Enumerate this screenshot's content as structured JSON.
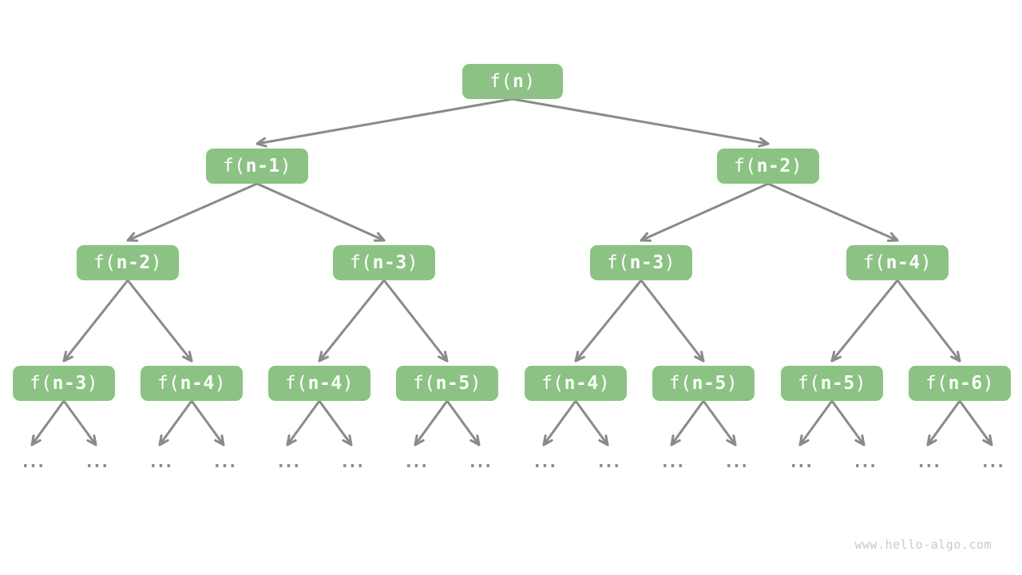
{
  "diagram": {
    "type": "recursion-tree",
    "levels": [
      {
        "nodes": [
          "f(n)"
        ]
      },
      {
        "nodes": [
          "f(n-1)",
          "f(n-2)"
        ]
      },
      {
        "nodes": [
          "f(n-2)",
          "f(n-3)",
          "f(n-3)",
          "f(n-4)"
        ]
      },
      {
        "nodes": [
          "f(n-3)",
          "f(n-4)",
          "f(n-4)",
          "f(n-5)",
          "f(n-4)",
          "f(n-5)",
          "f(n-5)",
          "f(n-6)"
        ]
      }
    ],
    "ellipsis": "...",
    "ellipsis_count": 16,
    "colors": {
      "background": "#FFFFFF",
      "node_fill": "#8CC284",
      "node_text": "#FFFFFF",
      "arrow": "#8A8A8A",
      "ellipsis": "#8A8A8A",
      "watermark": "#C9C9C9"
    }
  },
  "watermark": "www.hello-algo.com"
}
